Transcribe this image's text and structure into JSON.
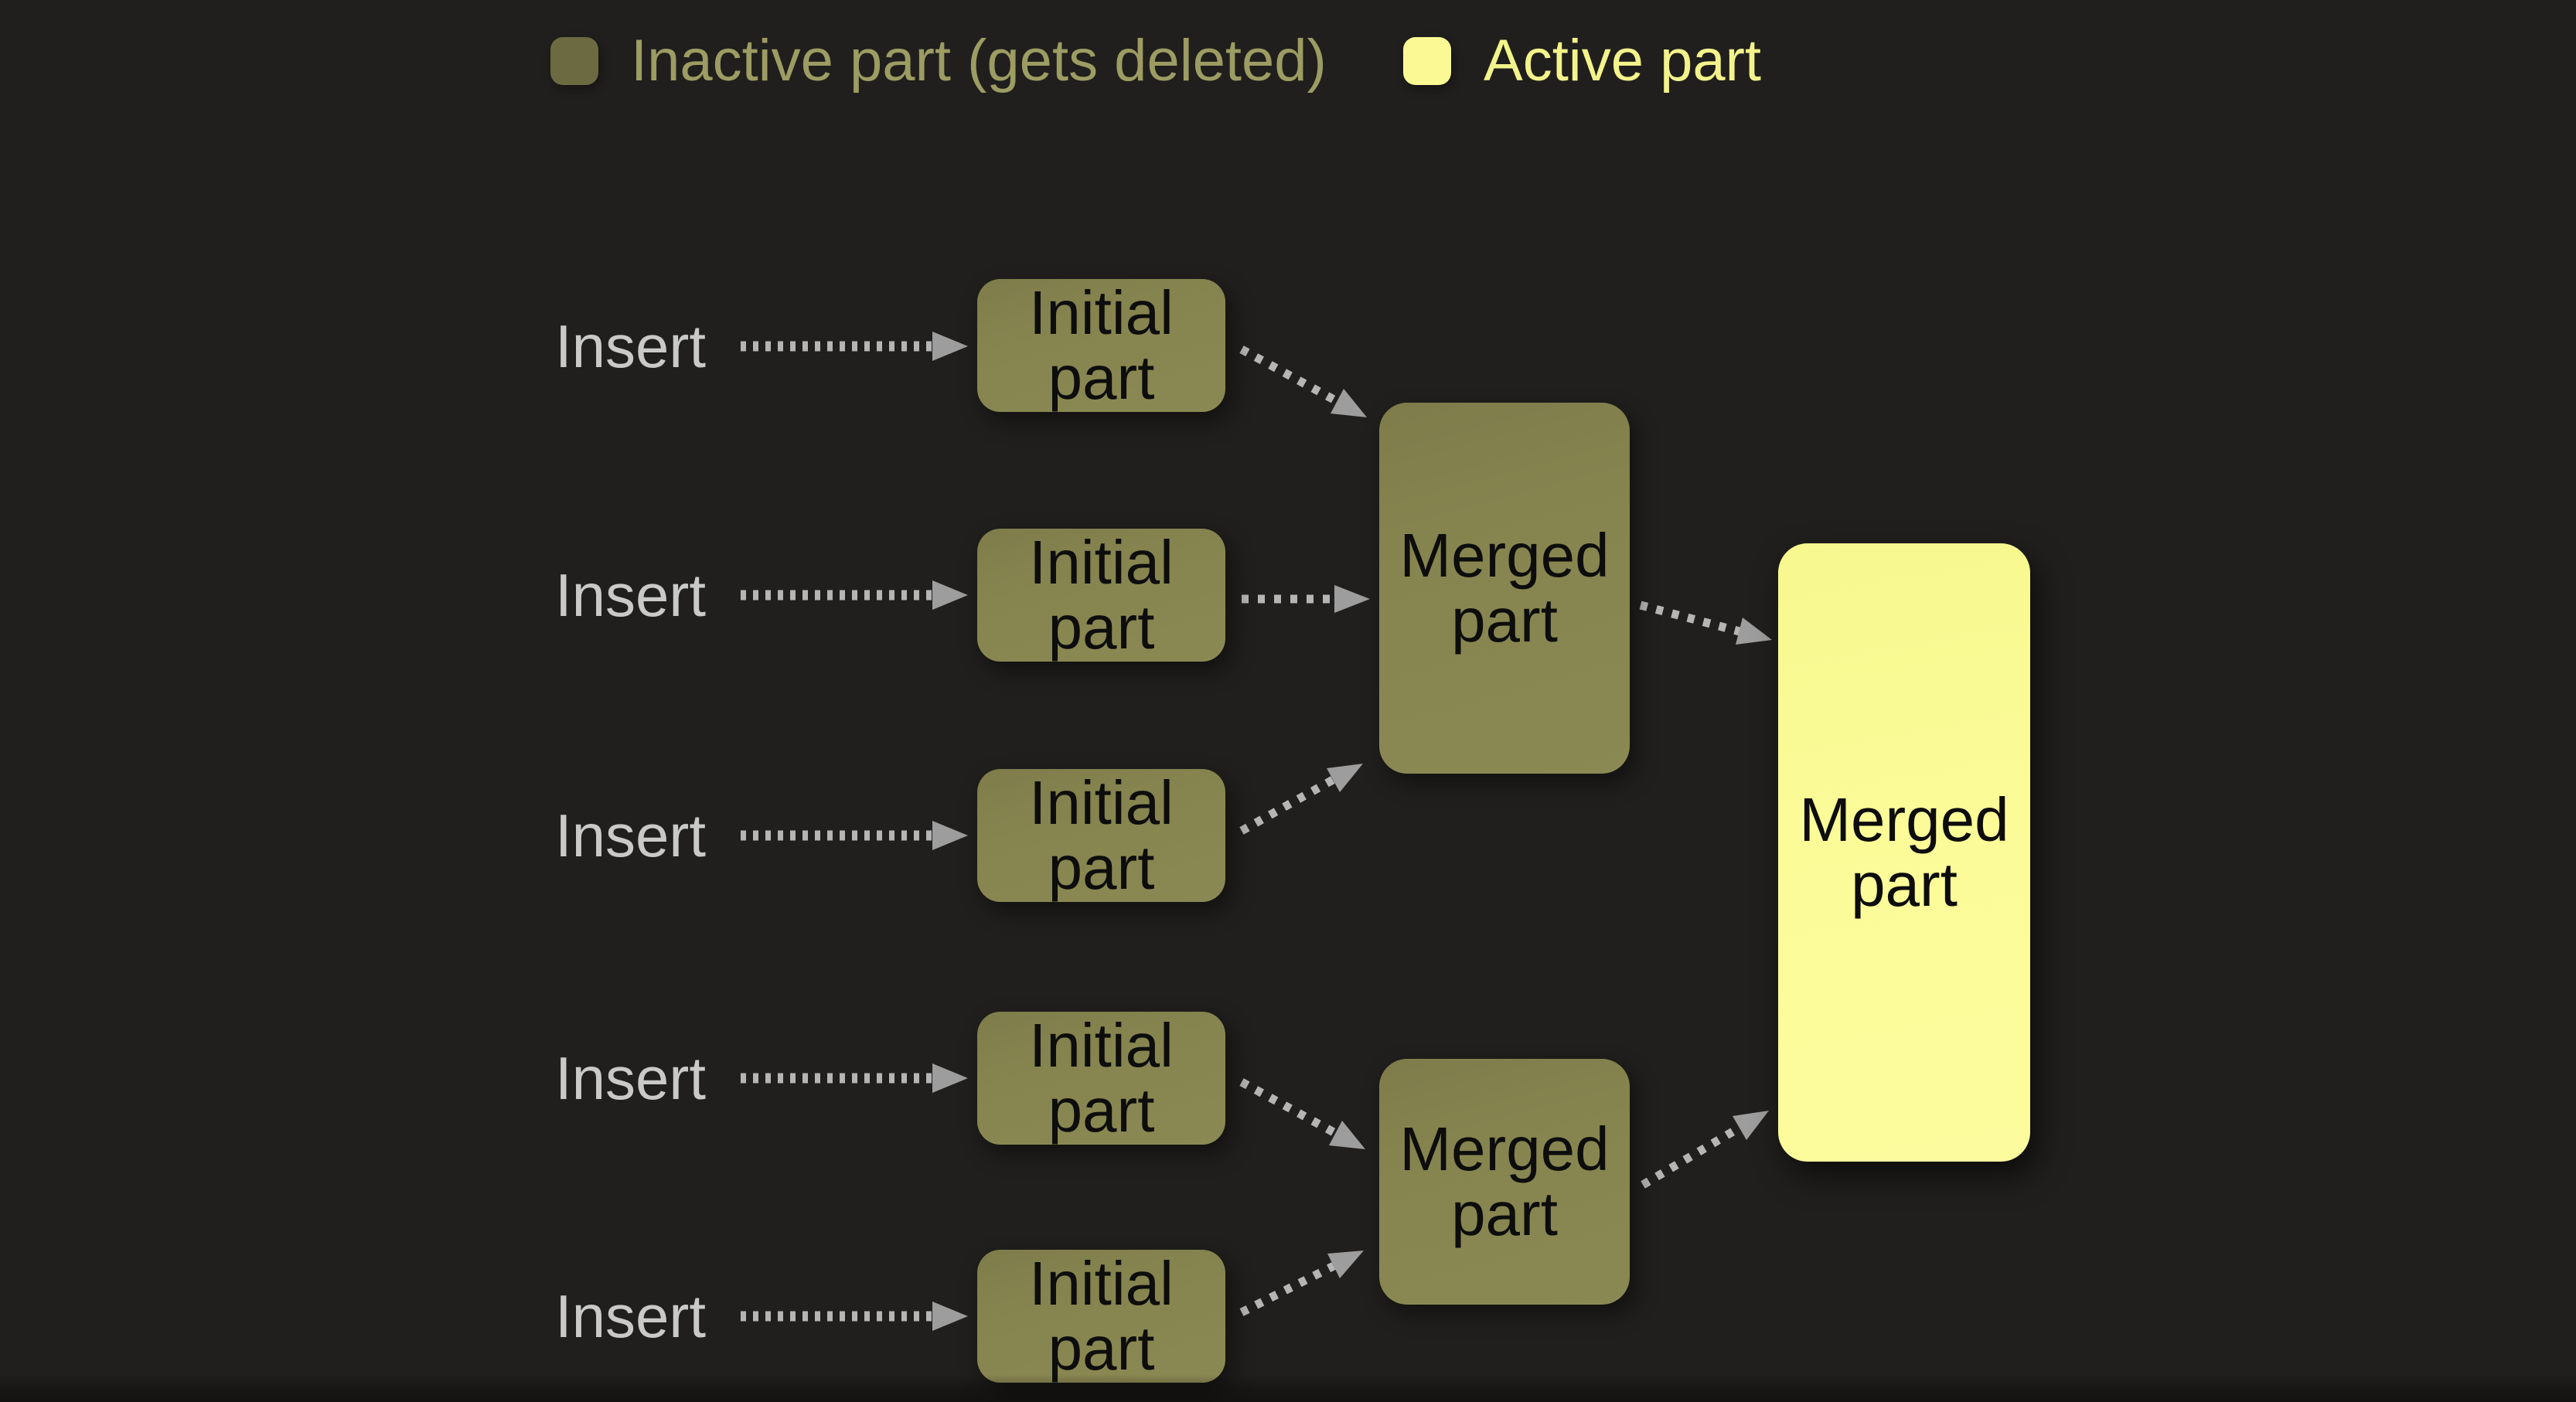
{
  "page": {
    "background_color": "#201f1d"
  },
  "legend": {
    "inactive": {
      "label": "Inactive part (gets deleted)",
      "swatch_color": "#6b6a41",
      "text_color": "#9c9c63"
    },
    "active": {
      "label": "Active part",
      "swatch_color": "#fbf994",
      "text_color": "#f3f38b"
    }
  },
  "flow": {
    "insert_labels": [
      "Insert",
      "Insert",
      "Insert",
      "Insert",
      "Insert"
    ],
    "initial_parts": [
      {
        "line1": "Initial",
        "line2": "part",
        "state": "inactive"
      },
      {
        "line1": "Initial",
        "line2": "part",
        "state": "inactive"
      },
      {
        "line1": "Initial",
        "line2": "part",
        "state": "inactive"
      },
      {
        "line1": "Initial",
        "line2": "part",
        "state": "inactive"
      },
      {
        "line1": "Initial",
        "line2": "part",
        "state": "inactive"
      }
    ],
    "merged_parts": [
      {
        "line1": "Merged",
        "line2": "part",
        "state": "inactive"
      },
      {
        "line1": "Merged",
        "line2": "part",
        "state": "inactive"
      },
      {
        "line1": "Merged",
        "line2": "part",
        "state": "active"
      }
    ],
    "colors": {
      "inactive_box": "#87854f",
      "active_box": "#fbfb98",
      "box_text": "#0d0d0d",
      "insert_text": "#c9c9c9",
      "arrow_dash": "#b5b5b5",
      "arrowhead": "#9d9d9d"
    }
  }
}
